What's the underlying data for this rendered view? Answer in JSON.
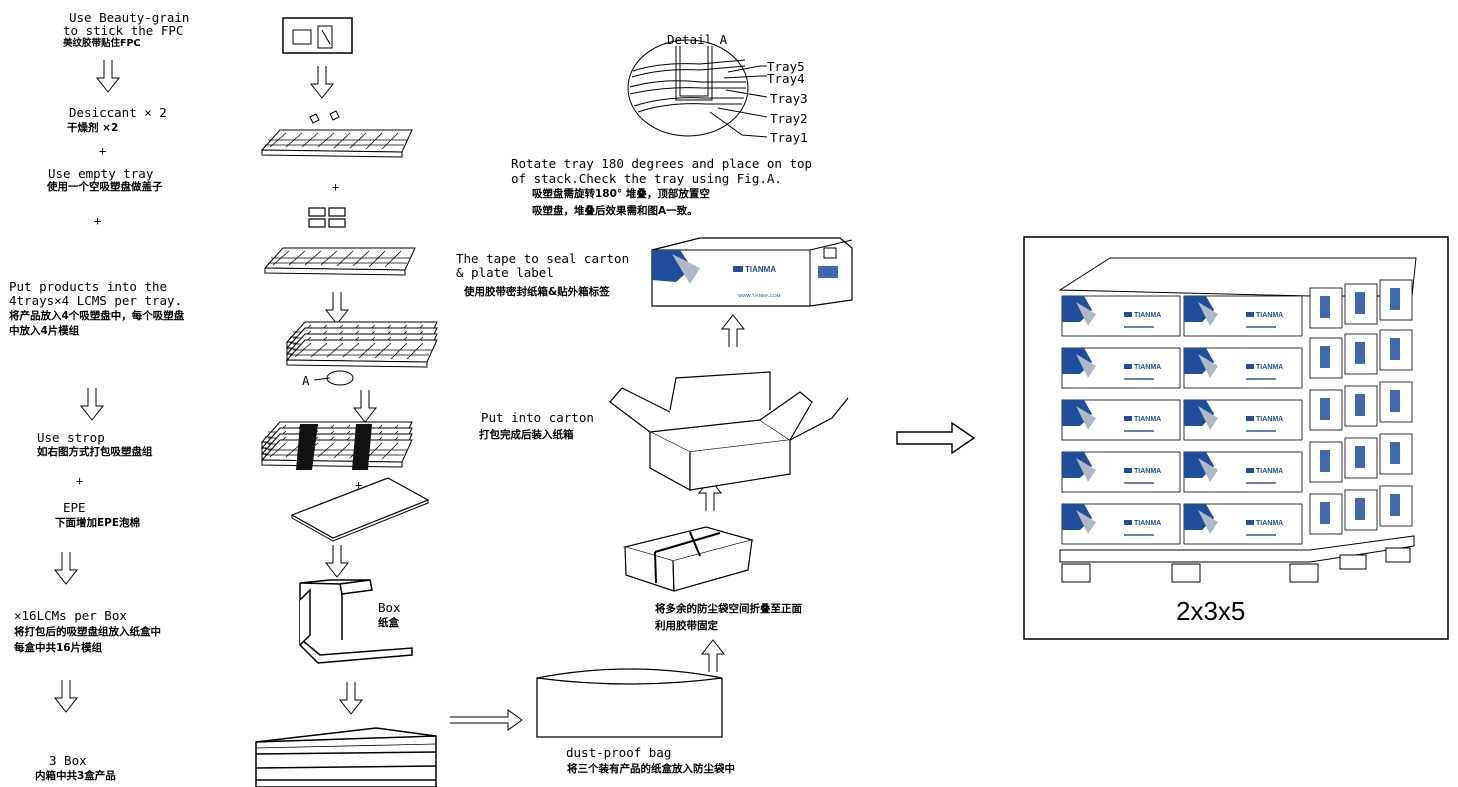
{
  "left_steps": {
    "step1_en_l1": "Use Beauty-grain",
    "step1_en_l2": "to stick the FPC",
    "step1_cn": "美纹胶带贴住FPC",
    "desiccant_en": "Desiccant × 2",
    "desiccant_cn": "干燥剂 ×2",
    "plus": "+",
    "empty_tray_en": "Use empty tray",
    "empty_tray_cn": "使用一个空吸塑盘做盖子",
    "products_en_l1": "Put products into the",
    "products_en_l2": "4trays×4 LCMS per tray.",
    "products_cn_l1": "将产品放入4个吸塑盘中，每个吸塑盘",
    "products_cn_l2": "中放入4片模组",
    "strop_en": "Use strop",
    "strop_cn": "如右图方式打包吸塑盘组",
    "epe_en": "EPE",
    "epe_cn": "下面增加EPE泡棉",
    "box16_en": "×16LCMs per Box",
    "box16_cn_l1": "将打包后的吸塑盘组放入纸盒中",
    "box16_cn_l2": "每盒中共16片模组",
    "box3_en": "3 Box",
    "box3_cn": "内箱中共3盒产品"
  },
  "middle": {
    "label_a": "A",
    "box_en": "Box",
    "box_cn": "纸盒"
  },
  "detail": {
    "title": "Detail A",
    "trays": [
      "Tray5",
      "Tray4",
      "Tray3",
      "Tray2",
      "Tray1"
    ]
  },
  "right_steps": {
    "rotate_en_l1": "Rotate tray 180 degrees and place on top",
    "rotate_en_l2": "of stack.Check the tray using Fig.A.",
    "rotate_cn_l1": "吸塑盘需旋转180° 堆叠，顶部放置空",
    "rotate_cn_l2": "吸塑盘，堆叠后效果需和图A一致。",
    "tape_en_l1": "The tape to seal carton",
    "tape_en_l2": "& plate label",
    "tape_cn": "使用胶带密封纸箱&贴外箱标签",
    "carton_en": "Put into carton",
    "carton_cn": "打包完成后装入纸箱",
    "fold_cn_l1": "将多余的防尘袋空间折叠至正面",
    "fold_cn_l2": "利用胶带固定",
    "bag_en": "dust-proof bag",
    "bag_cn": "将三个装有产品的纸盒放入防尘袋中"
  },
  "brand": {
    "logo": "TIANMA",
    "url": "WWW.TIANMA.COM",
    "accent": "#1f4e9c"
  },
  "pallet": {
    "layout": "2x3x5"
  }
}
